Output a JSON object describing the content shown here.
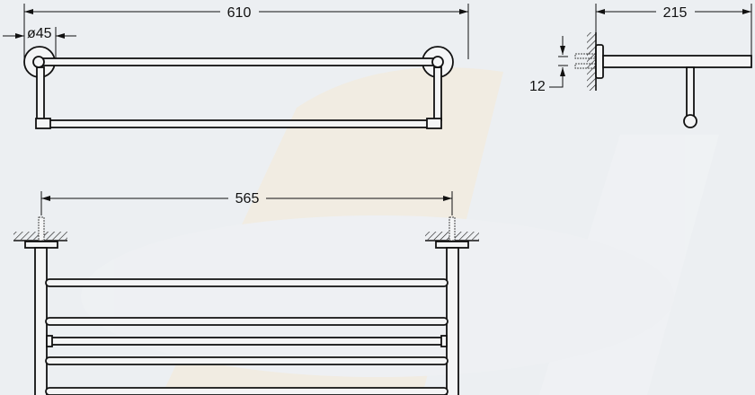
{
  "drawing": {
    "top_view": {
      "overall_width": "610",
      "rosette_diameter": "ø45"
    },
    "side_view": {
      "projection_depth": "215",
      "screw_spacing": "12"
    },
    "front_view": {
      "mounting_centers": "565"
    }
  },
  "colors": {
    "line": "#111111",
    "background": "#eceff2",
    "watermark": "#f3e6cf"
  }
}
